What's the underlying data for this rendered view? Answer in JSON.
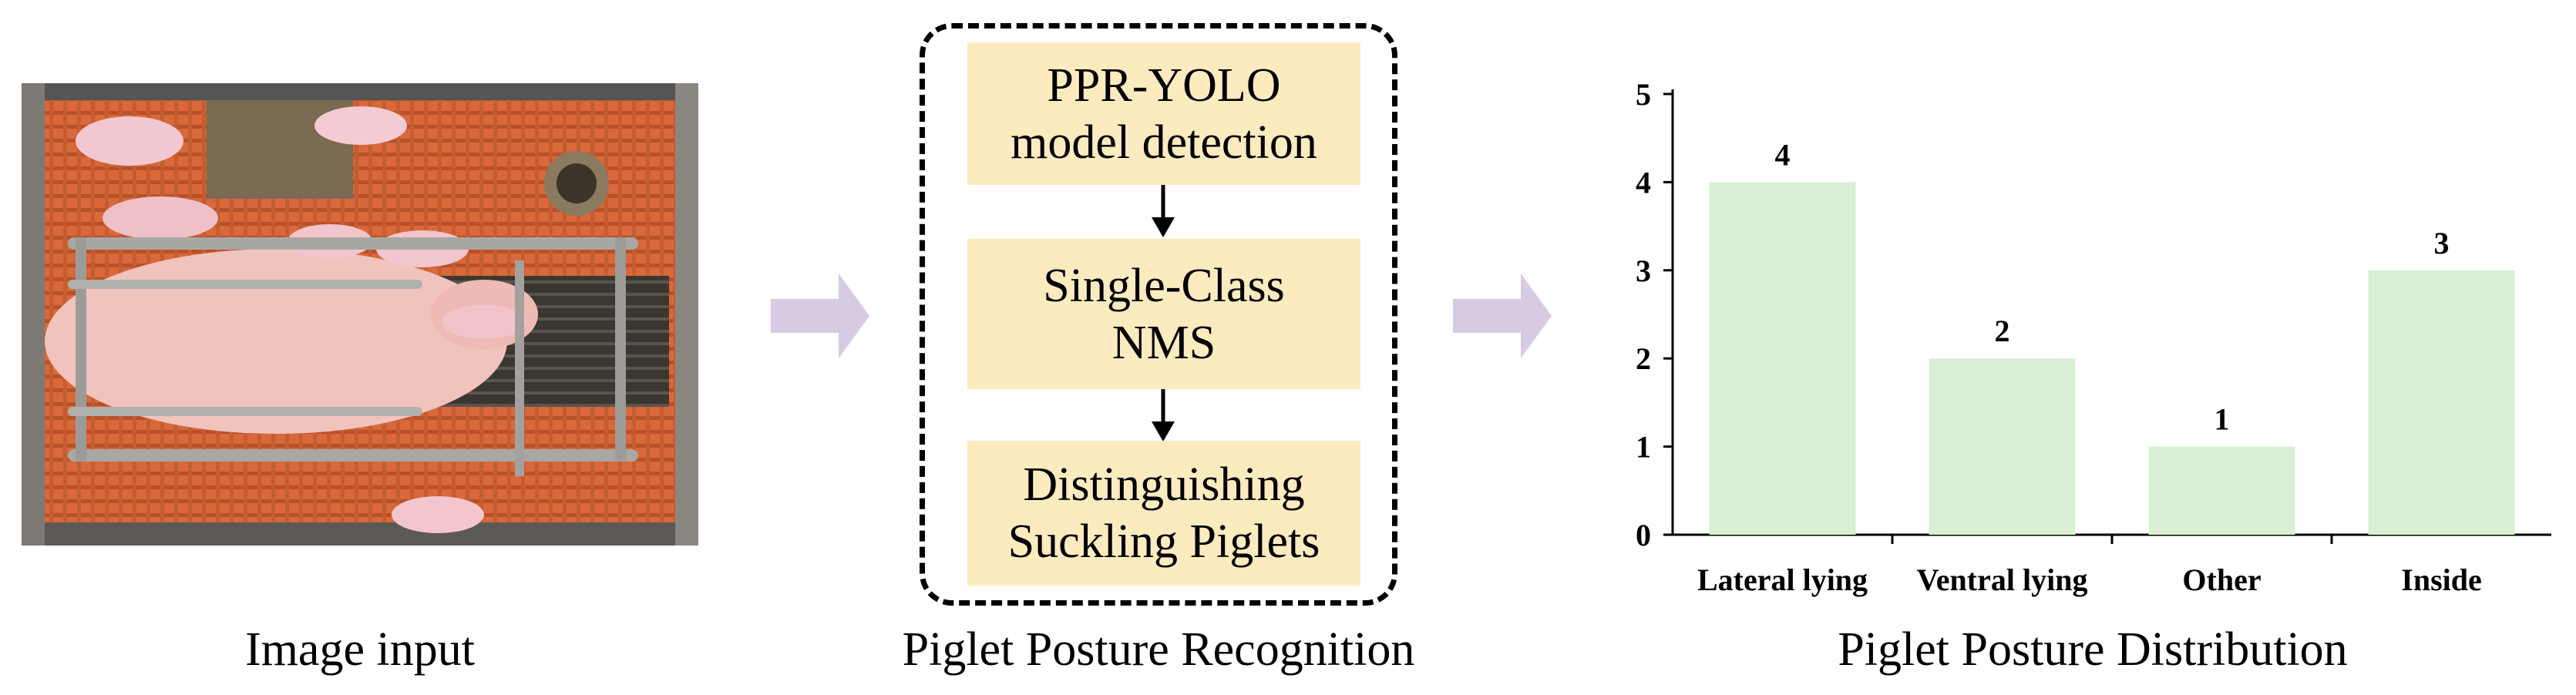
{
  "stage1": {
    "caption": "Image input"
  },
  "stage2": {
    "caption": "Piglet Posture Recognition",
    "steps": [
      {
        "line1": "PPR-YOLO",
        "line2": "model detection"
      },
      {
        "line1": "Single-Class",
        "line2": "NMS"
      },
      {
        "line1": "Distinguishing",
        "line2": "Suckling Piglets"
      }
    ]
  },
  "stage3": {
    "caption": "Piglet Posture Distribution"
  },
  "colors": {
    "flow_arrow": "#d6cbe2",
    "step_fill": "#fdebc0",
    "bar_fill": "#d9efd4"
  },
  "chart_data": {
    "type": "bar",
    "categories": [
      "Lateral lying",
      "Ventral lying",
      "Other",
      "Inside"
    ],
    "values": [
      4,
      2,
      1,
      3
    ],
    "data_labels": [
      "4",
      "2",
      "1",
      "3"
    ],
    "yticks": [
      "0",
      "1",
      "2",
      "3",
      "4",
      "5"
    ],
    "ylim": [
      0,
      5
    ],
    "title": "",
    "xlabel": "",
    "ylabel": "",
    "grid": false
  }
}
